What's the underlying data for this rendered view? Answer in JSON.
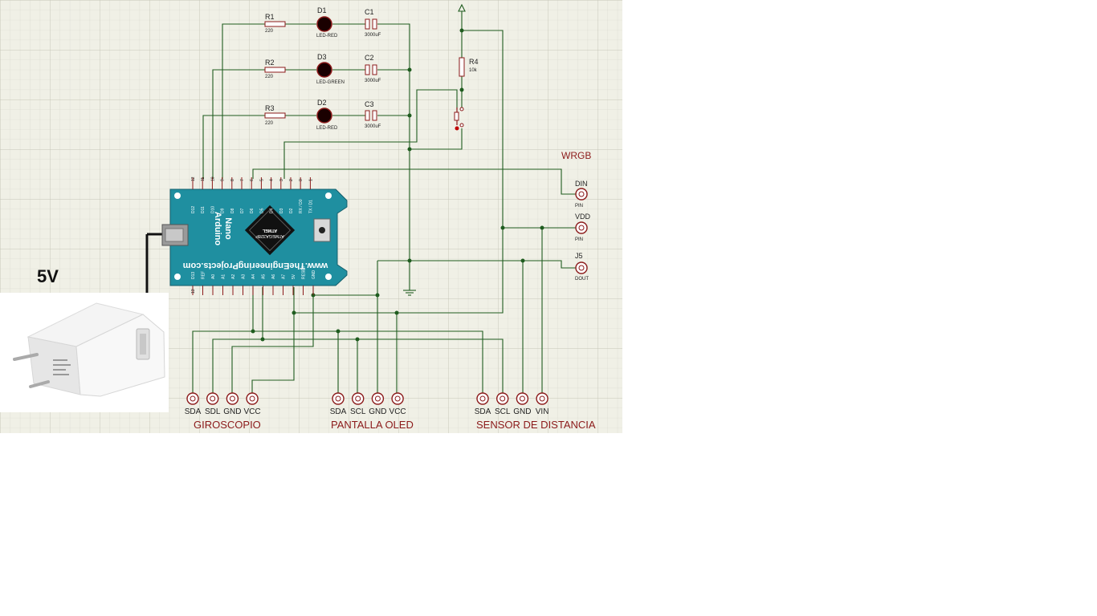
{
  "schematic": {
    "resistors": [
      {
        "ref": "R1",
        "value": "220"
      },
      {
        "ref": "R2",
        "value": "220"
      },
      {
        "ref": "R3",
        "value": "220"
      },
      {
        "ref": "R4",
        "value": "10k"
      }
    ],
    "leds": [
      {
        "ref": "D1",
        "type": "LED-RED"
      },
      {
        "ref": "D3",
        "type": "LED-GREEN"
      },
      {
        "ref": "D2",
        "type": "LED-RED"
      }
    ],
    "capacitors": [
      {
        "ref": "C1",
        "value": "3000uF"
      },
      {
        "ref": "C2",
        "value": "3000uF"
      },
      {
        "ref": "C3",
        "value": "3000uF"
      }
    ],
    "arduino": {
      "board_line1": "Arduino",
      "board_line2": "Nano",
      "chip_line1": "ATMEL",
      "chip_line2": "ATMEGA328P",
      "website": "www.TheEngineeringProjects.com",
      "top_pin_numbers": [
        "12",
        "11",
        "10",
        "9",
        "8",
        "7",
        "6",
        "5",
        "4",
        "3",
        "2",
        "0",
        "1"
      ],
      "top_pin_labels": [
        "D12",
        "D11",
        "D10",
        "D9",
        "D8",
        "D7",
        "D6",
        "D5",
        "D4",
        "D3",
        "D2",
        "RX / D0",
        "TX / D1"
      ],
      "bottom_pin_numbers": [
        "13",
        "",
        "",
        "",
        "",
        "",
        "",
        "",
        "",
        "",
        "",
        ""
      ],
      "bottom_pin_labels": [
        "D13",
        "REF",
        "A0",
        "A1",
        "A2",
        "A3",
        "A4",
        "A5",
        "A6",
        "A7",
        "5V",
        "RESET",
        "GND"
      ]
    },
    "wrgb": {
      "title": "WRGB",
      "pins": [
        {
          "name": "DIN",
          "sub": "PIN"
        },
        {
          "name": "VDD",
          "sub": "PIN"
        },
        {
          "name": "J5",
          "sub": "DOUT"
        }
      ]
    },
    "power_label": "5V",
    "connector_groups": [
      {
        "title": "GIROSCOPIO",
        "pins": [
          "SDA",
          "SDL",
          "GND",
          "VCC"
        ]
      },
      {
        "title": "PANTALLA OLED",
        "pins": [
          "SDA",
          "SCL",
          "GND",
          "VCC"
        ]
      },
      {
        "title": "SENSOR DE DISTANCIA",
        "pins": [
          "SDA",
          "SCL",
          "GND",
          "VIN"
        ]
      }
    ]
  },
  "colors": {
    "grid": "#d4d4c8",
    "background": "#f0f0e6",
    "wire": "#1f5c1f",
    "component": "#8b1a1a",
    "board": "#1f8fa0",
    "label": "#8b1a1a"
  }
}
